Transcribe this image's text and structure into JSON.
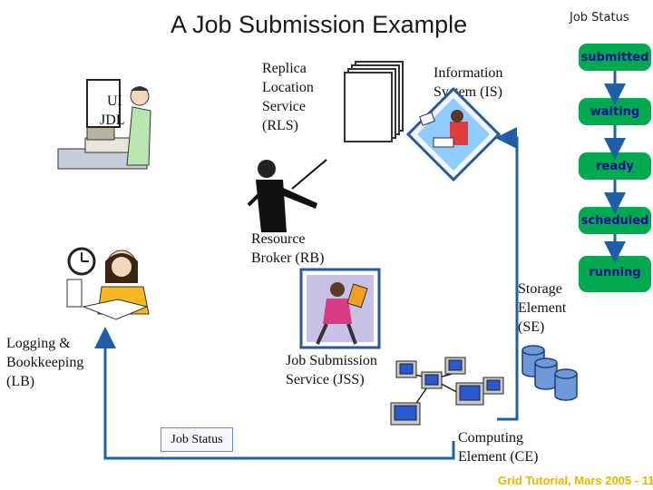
{
  "title": "A Job Submission Example",
  "job_status_heading": "Job Status",
  "status_steps": [
    "submitted",
    "waiting",
    "ready",
    "scheduled",
    "running"
  ],
  "components": {
    "ui_jdl": [
      "UI",
      "JDL"
    ],
    "rls": [
      "Replica",
      "Location",
      "Service",
      "(RLS)"
    ],
    "is": [
      "Information",
      "System (IS)"
    ],
    "rb": [
      "Resource",
      "Broker (RB)"
    ],
    "se": [
      "Storage",
      "Element",
      "(SE)"
    ],
    "lb": [
      "Logging &",
      "Bookkeeping",
      "(LB)"
    ],
    "jss": [
      "Job Submission",
      "Service (JSS)"
    ],
    "ce": [
      "Computing",
      "Element (CE)"
    ]
  },
  "job_status_box": "Job Status",
  "footer": "Grid Tutorial, Mars 2005  -  11",
  "colors": {
    "status_fill": "#00a84f",
    "status_text": "#001090",
    "arrow": "#1f5fa8",
    "footer": "#e6b800"
  }
}
